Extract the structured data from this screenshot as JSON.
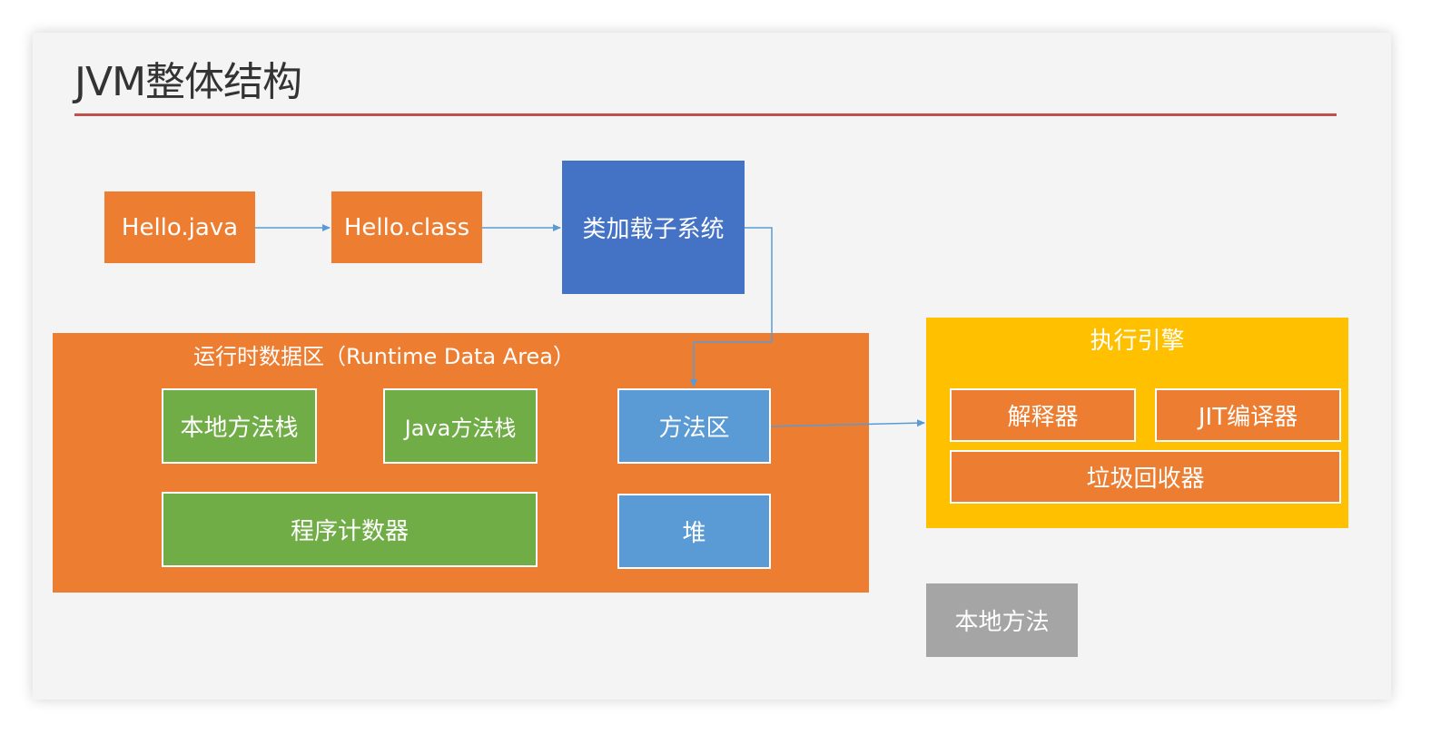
{
  "title": "JVM整体结构",
  "nodes": {
    "hello_java": "Hello.java",
    "hello_class": "Hello.class",
    "class_loader": "类加载子系统",
    "runtime_area": "运行时数据区（Runtime Data Area）",
    "native_stack": "本地方法栈",
    "java_stack": "Java方法栈",
    "method_area": "方法区",
    "pc_register": "程序计数器",
    "heap": "堆",
    "exec_engine": "执行引擎",
    "interpreter": "解释器",
    "jit": "JIT编译器",
    "gc": "垃圾回收器",
    "native_method": "本地方法"
  },
  "colors": {
    "title_rule": "#c0504d",
    "orange": "#ed7d31",
    "green": "#70ad47",
    "blue": "#5b9bd5",
    "dark_blue": "#4472c4",
    "gold": "#ffc000",
    "gray": "#a5a5a5",
    "connector": "#5b9bd5"
  }
}
